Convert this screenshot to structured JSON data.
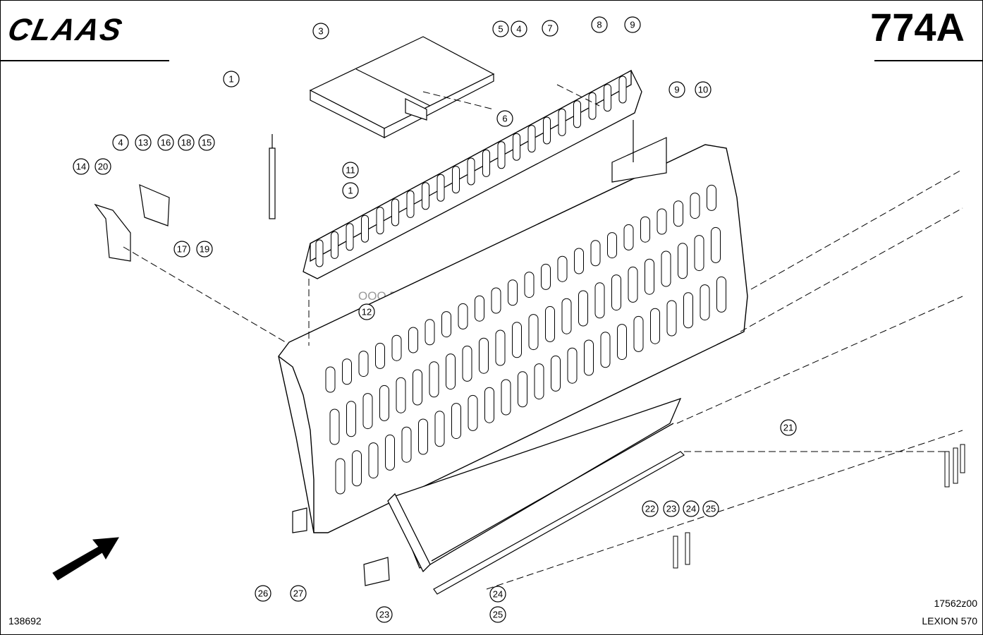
{
  "brand": "CLAAS",
  "page_number": "774A",
  "drawing_number": "17562z00",
  "catalog_number": "138692",
  "model": "LEXION 570",
  "watermark": "ООО Паритет   rostov-paritet.ru",
  "callouts": [
    "1",
    "1",
    "3",
    "4",
    "4",
    "5",
    "6",
    "7",
    "8",
    "9",
    "9",
    "10",
    "11",
    "12",
    "13",
    "14",
    "15",
    "16",
    "17",
    "18",
    "19",
    "20",
    "21",
    "22",
    "23",
    "23",
    "24",
    "24",
    "25",
    "25",
    "26",
    "27"
  ],
  "icons": {
    "arrow": "direction-arrow-icon"
  }
}
